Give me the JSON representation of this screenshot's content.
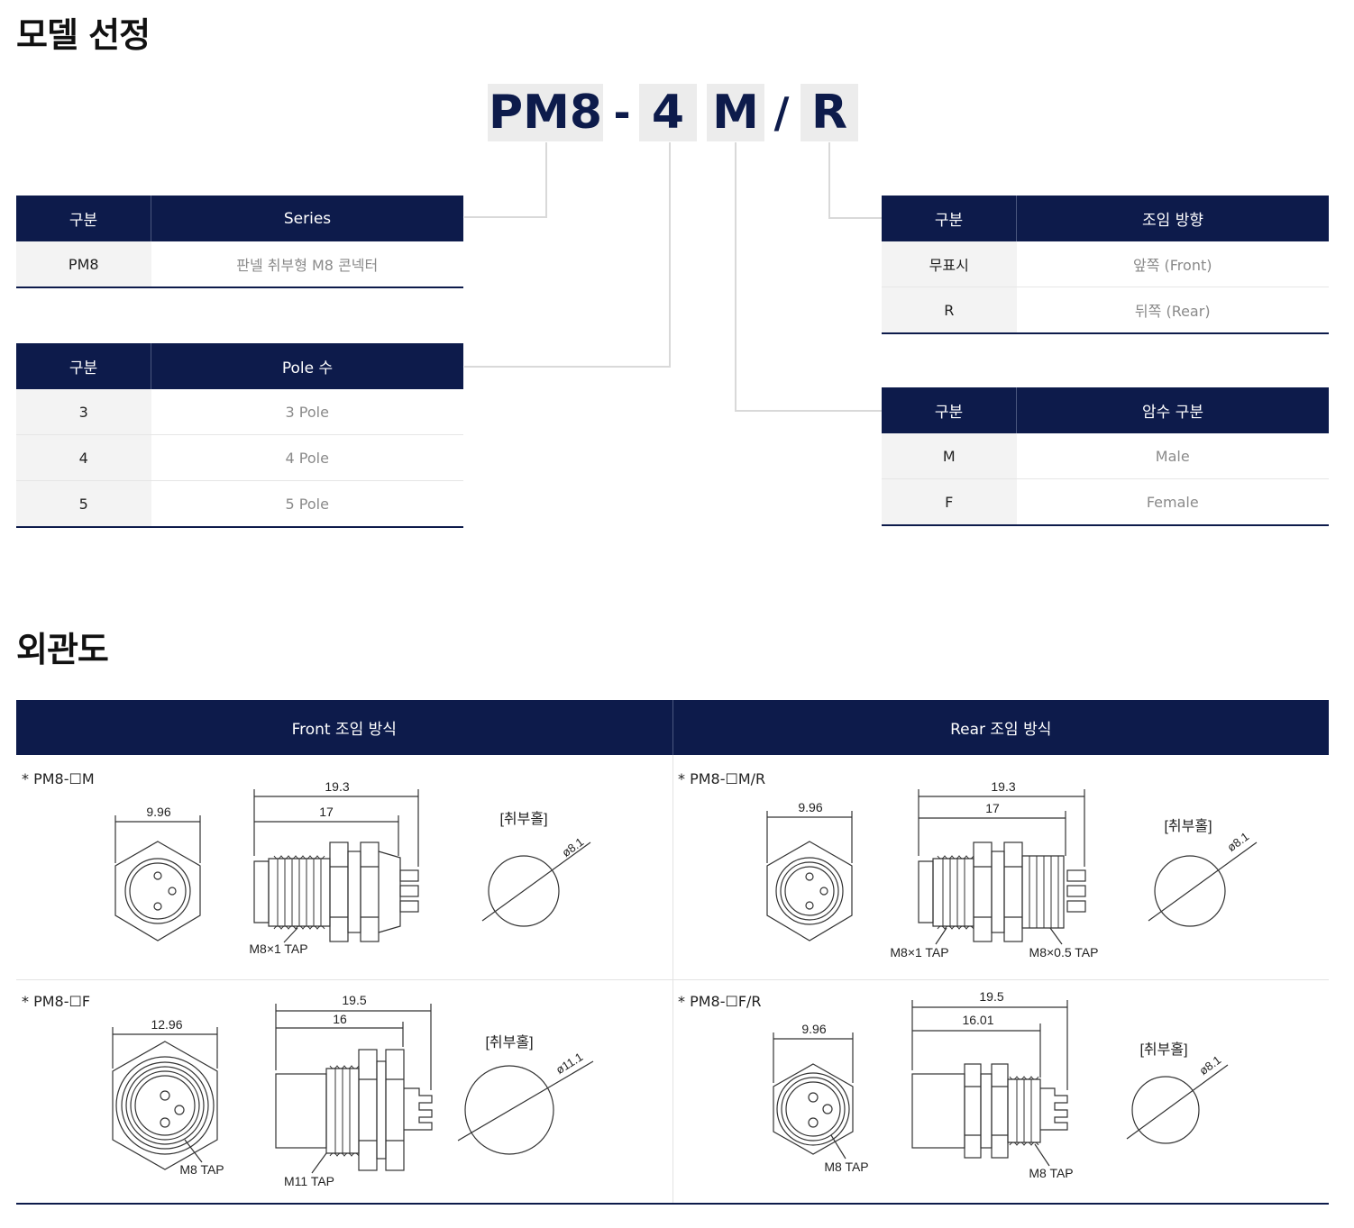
{
  "model_section": {
    "title": "모델 선정",
    "code": {
      "series": "PM8",
      "dash": "-",
      "pole": "4",
      "gender": "M",
      "slash": "/",
      "mount": "R"
    },
    "series_table": {
      "headers": [
        "구분",
        "Series"
      ],
      "rows": [
        {
          "key": "PM8",
          "value": "판넬 취부형 M8 콘넥터"
        }
      ]
    },
    "pole_table": {
      "headers": [
        "구분",
        "Pole 수"
      ],
      "rows": [
        {
          "key": "3",
          "value": "3 Pole"
        },
        {
          "key": "4",
          "value": "4 Pole"
        },
        {
          "key": "5",
          "value": "5 Pole"
        }
      ]
    },
    "mount_table": {
      "headers": [
        "구분",
        "조임 방향"
      ],
      "rows": [
        {
          "key": "무표시",
          "value": "앞쪽 (Front)"
        },
        {
          "key": "R",
          "value": "뒤쪽 (Rear)"
        }
      ]
    },
    "gender_table": {
      "headers": [
        "구분",
        "암수 구분"
      ],
      "rows": [
        {
          "key": "M",
          "value": "Male"
        },
        {
          "key": "F",
          "value": "Female"
        }
      ]
    }
  },
  "drawing_section": {
    "title": "외관도",
    "headers": {
      "front": "Front 조임 방식",
      "rear": "Rear 조임 방식"
    },
    "panel_hole_label": "[취부홀]",
    "cells": {
      "front_male": {
        "label": "* PM8-☐M",
        "hex_width": "9.96",
        "overall": "19.3",
        "body": "17",
        "thread": "M8×1 TAP",
        "hole": "ø8.1"
      },
      "rear_male": {
        "label": "* PM8-☐M/R",
        "hex_width": "9.96",
        "overall": "19.3",
        "body": "17",
        "thread": "M8×1 TAP",
        "thread2": "M8×0.5 TAP",
        "hole": "ø8.1"
      },
      "front_female": {
        "label": "* PM8-☐F",
        "hex_width": "12.96",
        "overall": "19.5",
        "body": "16",
        "face_thread": "M8 TAP",
        "thread": "M11 TAP",
        "hole": "ø11.1"
      },
      "rear_female": {
        "label": "* PM8-☐F/R",
        "hex_width": "9.96",
        "overall": "19.5",
        "body": "16.01",
        "face_thread": "M8 TAP",
        "thread": "M8 TAP",
        "hole": "ø8.1"
      }
    }
  },
  "colors": {
    "navy": "#0d1b4b",
    "code_bg": "#ececec",
    "connector_line": "#d9d9d9"
  }
}
